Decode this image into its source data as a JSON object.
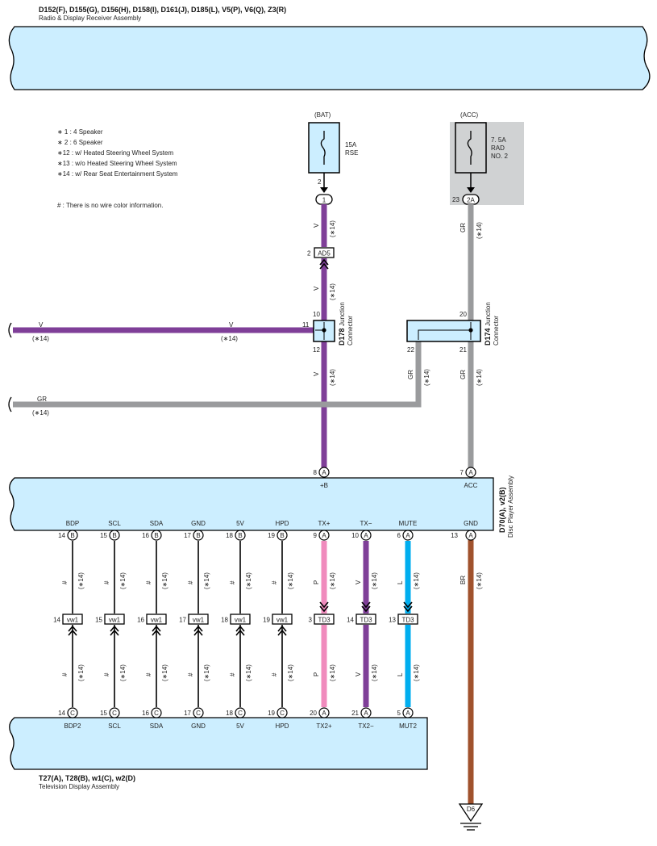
{
  "radio_assembly": {
    "codes": "D152(F), D155(G), D156(H), D158(I), D161(J), D185(L), V5(P), V6(Q), Z3(R)",
    "name": "Radio & Display Receiver Assembly"
  },
  "notes": [
    "∗ 1 : 4 Speaker",
    "∗ 2 : 6 Speaker",
    "∗12 : w/ Heated Steering Wheel System",
    "∗13 : w/o Heated Steering Wheel System",
    "∗14 : w/ Rear Seat Entertainment System",
    "# : There is no wire color information."
  ],
  "fuses": [
    {
      "source": "(BAT)",
      "rating": "15A",
      "name": "RSE",
      "name2": "",
      "pin": "2",
      "connector": "1"
    },
    {
      "source": "(ACC)",
      "rating": "7. 5A",
      "name": "RAD",
      "name2": "NO. 2",
      "pin": "23",
      "connector": "2A"
    }
  ],
  "inline": {
    "ad5": {
      "label": "AD5",
      "pin": "2"
    }
  },
  "junctions": {
    "d178": {
      "code": "D178",
      "name1": "Junction",
      "name2": "Connector",
      "pin_top": "10",
      "pin_left": "11",
      "pin_bottom": "12"
    },
    "d174": {
      "code": "D174",
      "name1": "Junction",
      "name2": "Connector",
      "pin_top": "20",
      "pin_left": "22",
      "pin_bottom": "21"
    }
  },
  "wires": {
    "left_v": {
      "color": "V",
      "note": "(∗14)"
    },
    "left_gr": {
      "color": "GR",
      "note": "(∗14)"
    },
    "bat_v": {
      "color": "V",
      "note": "(∗14)"
    },
    "acc_gr": {
      "color": "GR",
      "note": "(∗14)"
    }
  },
  "disc_player": {
    "codes": "D70(A), v2(B)",
    "name": "Disc Player Assembly",
    "power_pins": [
      {
        "pin": "8",
        "letter": "A",
        "label": "+B"
      },
      {
        "pin": "7",
        "letter": "A",
        "label": "ACC"
      }
    ]
  },
  "tv_display": {
    "codes": "T27(A), T28(B), w1(C), w2(D)",
    "name": "Television Display Assembly"
  },
  "circuits": [
    {
      "top_label": "BDP",
      "top_pin": "14",
      "top_letter": "B",
      "color_code": "#",
      "wire_color": "#000000",
      "note": "(∗14)",
      "inline": "vw1",
      "inline_pin": "14",
      "bottom_pin": "14",
      "bottom_letter": "C",
      "bottom_label": "BDP2",
      "arrow": "up"
    },
    {
      "top_label": "SCL",
      "top_pin": "15",
      "top_letter": "B",
      "color_code": "#",
      "wire_color": "#000000",
      "note": "(∗14)",
      "inline": "vw1",
      "inline_pin": "15",
      "bottom_pin": "15",
      "bottom_letter": "C",
      "bottom_label": "SCL",
      "arrow": "up"
    },
    {
      "top_label": "SDA",
      "top_pin": "16",
      "top_letter": "B",
      "color_code": "#",
      "wire_color": "#000000",
      "note": "(∗14)",
      "inline": "vw1",
      "inline_pin": "16",
      "bottom_pin": "16",
      "bottom_letter": "C",
      "bottom_label": "SDA",
      "arrow": "up"
    },
    {
      "top_label": "GND",
      "top_pin": "17",
      "top_letter": "B",
      "color_code": "#",
      "wire_color": "#000000",
      "note": "(∗14)",
      "inline": "vw1",
      "inline_pin": "17",
      "bottom_pin": "17",
      "bottom_letter": "C",
      "bottom_label": "GND",
      "arrow": "up"
    },
    {
      "top_label": "5V",
      "top_pin": "18",
      "top_letter": "B",
      "color_code": "#",
      "wire_color": "#000000",
      "note": "(∗14)",
      "inline": "vw1",
      "inline_pin": "18",
      "bottom_pin": "18",
      "bottom_letter": "C",
      "bottom_label": "5V",
      "arrow": "up"
    },
    {
      "top_label": "HPD",
      "top_pin": "19",
      "top_letter": "B",
      "color_code": "#",
      "wire_color": "#000000",
      "note": "(∗14)",
      "inline": "vw1",
      "inline_pin": "19",
      "bottom_pin": "19",
      "bottom_letter": "C",
      "bottom_label": "HPD",
      "arrow": "up"
    },
    {
      "top_label": "TX+",
      "top_pin": "9",
      "top_letter": "A",
      "color_code": "P",
      "wire_color": "#f08bbd",
      "note": "(∗14)",
      "inline": "TD3",
      "inline_pin": "3",
      "bottom_pin": "20",
      "bottom_letter": "A",
      "bottom_label": "TX2+",
      "arrow": "down"
    },
    {
      "top_label": "TX−",
      "top_pin": "10",
      "top_letter": "A",
      "color_code": "V",
      "wire_color": "#7f3f98",
      "note": "(∗14)",
      "inline": "TD3",
      "inline_pin": "14",
      "bottom_pin": "21",
      "bottom_letter": "A",
      "bottom_label": "TX2−",
      "arrow": "down"
    },
    {
      "top_label": "MUTE",
      "top_pin": "6",
      "top_letter": "A",
      "color_code": "L",
      "wire_color": "#00aeef",
      "note": "(∗14)",
      "inline": "TD3",
      "inline_pin": "13",
      "bottom_pin": "5",
      "bottom_letter": "A",
      "bottom_label": "MUT2",
      "arrow": "down"
    }
  ],
  "ground": {
    "label": "GND",
    "pin": "13",
    "letter": "A",
    "color": "BR",
    "note": "(∗14)",
    "point": "D6"
  }
}
